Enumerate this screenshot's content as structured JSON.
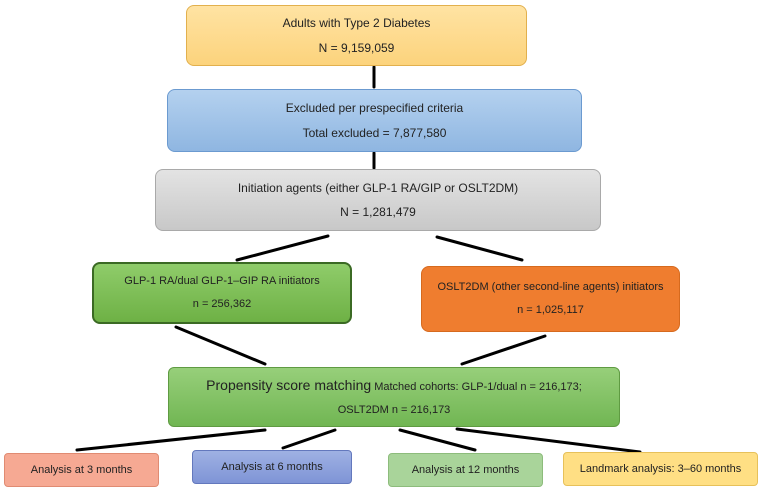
{
  "adults": {
    "title": "Adults with Type 2 Diabetes",
    "count": "N = 9,159,059"
  },
  "excluded": {
    "title": "Excluded per prespecified criteria",
    "count": "Total excluded = 7,877,580"
  },
  "initiation": {
    "title": "Initiation agents (either GLP-1 RA/GIP or OSLT2DM)",
    "count": "N = 1,281,479"
  },
  "glp": {
    "title": "GLP-1 RA/dual GLP-1–GIP RA initiators",
    "count": "n = 256,362"
  },
  "oslt": {
    "title": "OSLT2DM (other second-line agents) initiators",
    "count": "n = 1,025,117"
  },
  "psm": {
    "title": "Propensity score matching",
    "line1_rest": "Matched cohorts: GLP-1/dual n = 216,173;",
    "line2": "OSLT2DM n = 216,173"
  },
  "analyses": {
    "a3": "Analysis at 3 months",
    "a6": "Analysis at 6 months",
    "a12": "Analysis at 12 months",
    "landmark": "Landmark analysis: 3–60 months"
  },
  "colors": {
    "adults": "#fcd37c",
    "excluded": "#8fb6e1",
    "initiation": "#c8c8c8",
    "glp": "#6eb145",
    "oslt": "#ef7d2f",
    "psm": "#71b653",
    "connector": "#000000"
  }
}
